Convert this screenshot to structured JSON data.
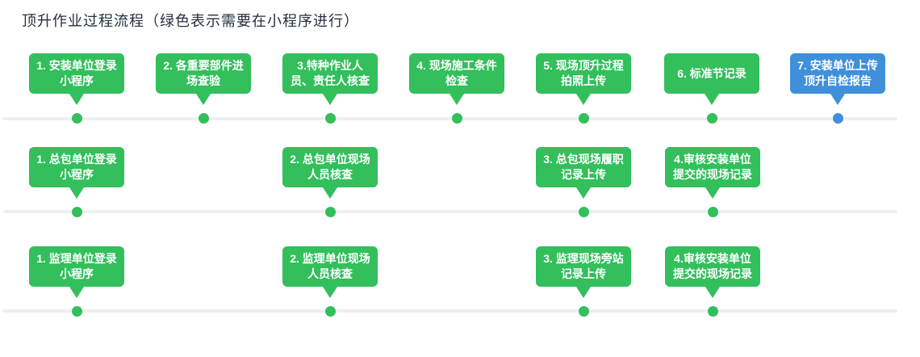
{
  "page": {
    "title": "顶升作业过程流程（绿色表示需要在小程序进行）"
  },
  "colors": {
    "step_green": "#32bf5c",
    "step_blue": "#3f8fdb",
    "timeline_gray": "#efefef",
    "title_text": "#22303f",
    "bubble_text": "#ffffff"
  },
  "rows": [
    {
      "name": "installation-unit-flow",
      "items": [
        {
          "lines": [
            "1. 安装单位登录",
            "小程序"
          ],
          "color": "green"
        },
        {
          "lines": [
            "2. 各重要部件进",
            "场查验"
          ],
          "color": "green"
        },
        {
          "lines": [
            "3.特种作业人",
            "员、责任人核查"
          ],
          "color": "green"
        },
        {
          "lines": [
            "4. 现场施工条件",
            "检查"
          ],
          "color": "green"
        },
        {
          "lines": [
            "5. 现场顶升过程",
            "拍照上传"
          ],
          "color": "green"
        },
        {
          "lines": [
            "6. 标准节记录"
          ],
          "color": "green"
        },
        {
          "lines": [
            "7. 安装单位上传",
            "顶升自检报告"
          ],
          "color": "blue"
        }
      ]
    },
    {
      "name": "general-contractor-flow",
      "items": [
        {
          "lines": [
            "1. 总包单位登录",
            "小程序"
          ],
          "color": "green"
        },
        {
          "lines": [
            "2. 总包单位现场",
            "人员核查"
          ],
          "color": "green"
        },
        {
          "lines": [
            "3. 总包现场履职",
            "记录上传"
          ],
          "color": "green"
        },
        {
          "lines": [
            "4.审核安装单位",
            "提交的现场记录"
          ],
          "color": "green"
        }
      ]
    },
    {
      "name": "supervision-unit-flow",
      "items": [
        {
          "lines": [
            "1. 监理单位登录",
            "小程序"
          ],
          "color": "green"
        },
        {
          "lines": [
            "2. 监理单位现场",
            "人员核查"
          ],
          "color": "green"
        },
        {
          "lines": [
            "3. 监理现场旁站",
            "记录上传"
          ],
          "color": "green"
        },
        {
          "lines": [
            "4.审核安装单位",
            "提交的现场记录"
          ],
          "color": "green"
        }
      ]
    }
  ]
}
